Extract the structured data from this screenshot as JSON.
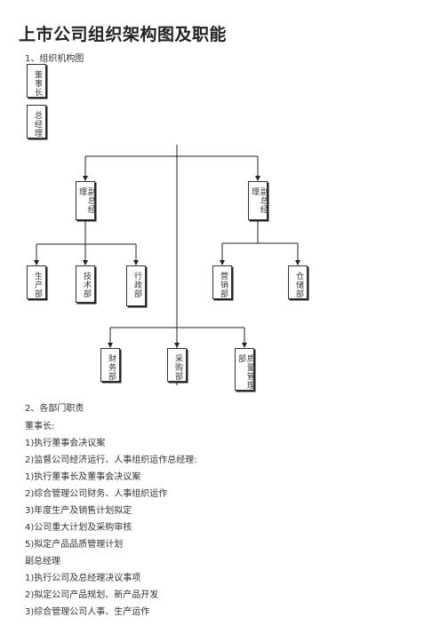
{
  "page": {
    "title": "上市公司组织架构图及职能",
    "section1": "1、组织机构图",
    "section2": "2、各部门职责"
  },
  "org": {
    "chairman": "董事长",
    "gm": "总经理",
    "vp_left": "副总经理",
    "vp_right": "副总经理",
    "production": "生产部",
    "technology": "技术部",
    "admin": "行政部",
    "marketing": "营销部",
    "warehouse": "仓储部",
    "finance": "财务部",
    "purchasing": "采购部",
    "quality": "质量管理部"
  },
  "duties": [
    "董事长:",
    "1)执行董事会决议案",
    "2)监督公司经济运行、人事组织运作总经理:",
    "1)执行董事长及董事会决议案",
    "2)综合管理公司财务、人事组织运作",
    "3)年度生产及销售计划拟定",
    "4)公司重大计划及采购审核",
    "5)拟定产品品质管理计划",
    "副总经理",
    "1)执行公司及总经理决议事项",
    "2)拟定公司产品规划、新产品开发",
    "3)综合管理公司人事、生产运作"
  ]
}
